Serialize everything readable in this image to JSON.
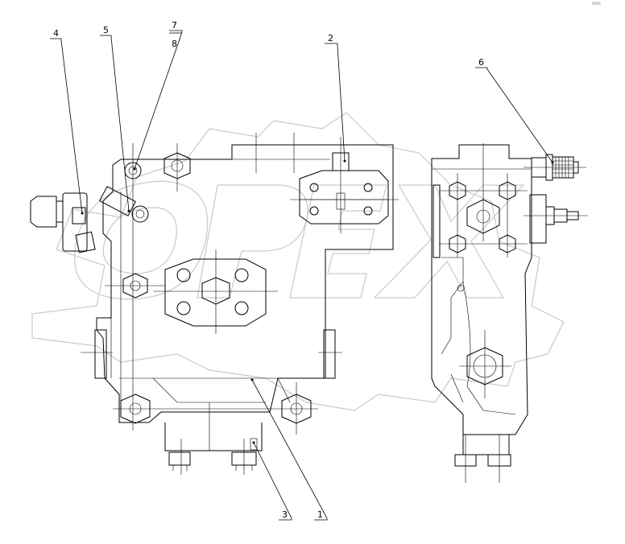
{
  "watermark": "OPEX",
  "callouts": {
    "c1": "1",
    "c2": "2",
    "c3": "3",
    "c4": "4",
    "c5": "5",
    "c6": "6",
    "c7": "7",
    "c8": "8"
  }
}
